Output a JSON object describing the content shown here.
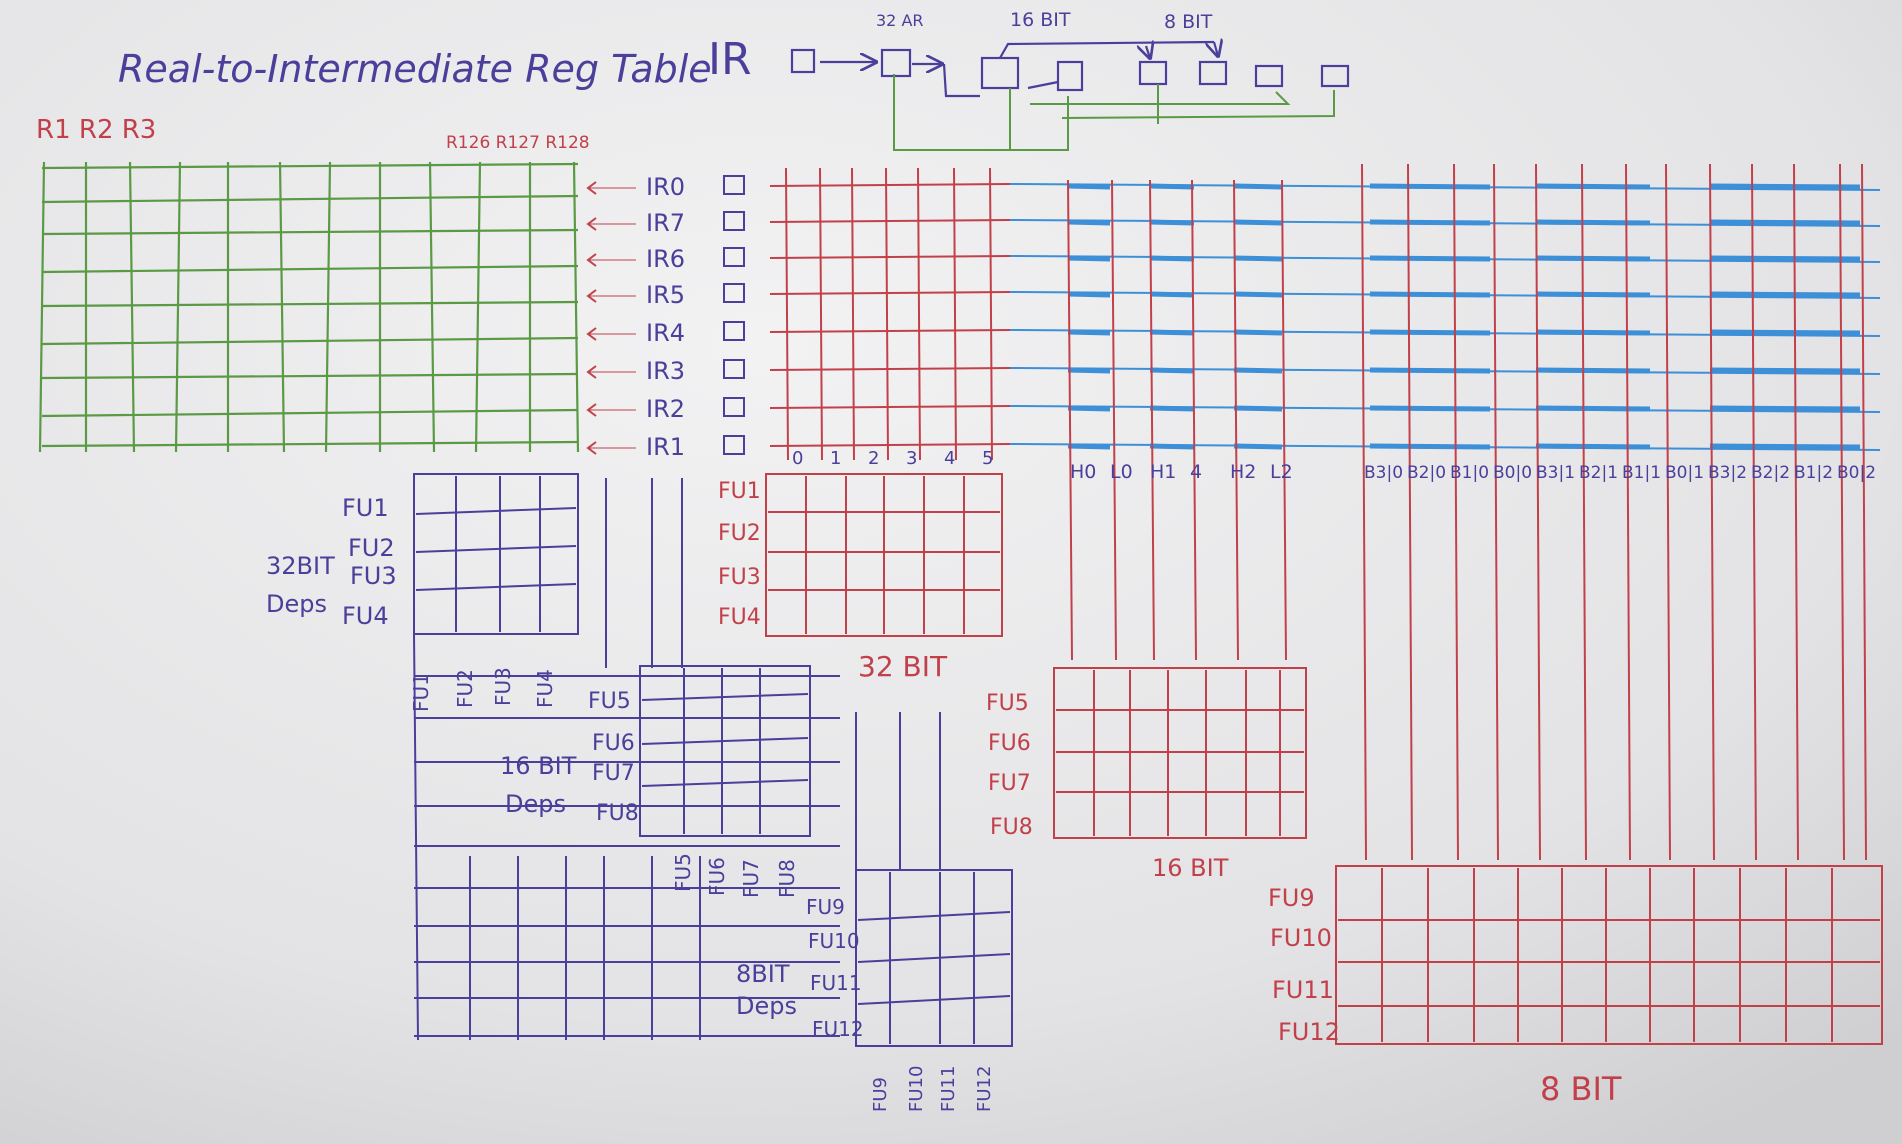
{
  "title": "Real-to-Intermediate Reg Table",
  "real_regs_left": "R1 R2 R3",
  "real_regs_right": "R126 R127 R128",
  "ir_label": "IR",
  "width_labels": {
    "w32": "32 AR",
    "w16": "16 BIT",
    "w8": "8 BIT"
  },
  "ir_rows": [
    "IR0",
    "IR7",
    "IR6",
    "IR5",
    "IR4",
    "IR3",
    "IR2",
    "IR1"
  ],
  "bits32_cols": [
    "0",
    "1",
    "2",
    "3",
    "4",
    "5"
  ],
  "bits16_cols": [
    "H0",
    "L0",
    "H1",
    "4",
    "H2",
    "L2"
  ],
  "bits8_cols": [
    "B3|0",
    "B2|0",
    "B1|0",
    "B0|0",
    "B3|1",
    "B2|1",
    "B1|1",
    "B0|1",
    "B3|2",
    "B2|2",
    "B1|2",
    "B0|2"
  ],
  "fu32": [
    "FU1",
    "FU2",
    "FU3",
    "FU4"
  ],
  "fu16": [
    "FU5",
    "FU6",
    "FU7",
    "FU8"
  ],
  "fu8": [
    "FU9",
    "FU10",
    "FU11",
    "FU12"
  ],
  "deps32": "32BIT Deps",
  "deps16": "16 BIT Deps",
  "deps8": "8BIT Deps",
  "table32": "32 BIT",
  "table16": "16 BIT",
  "table8": "8 BIT",
  "colors": {
    "green": "#5a9a44",
    "red": "#c2404a",
    "blue": "#3d8fd8",
    "purple": "#4a3f9a",
    "board": "#e7e7e8"
  }
}
